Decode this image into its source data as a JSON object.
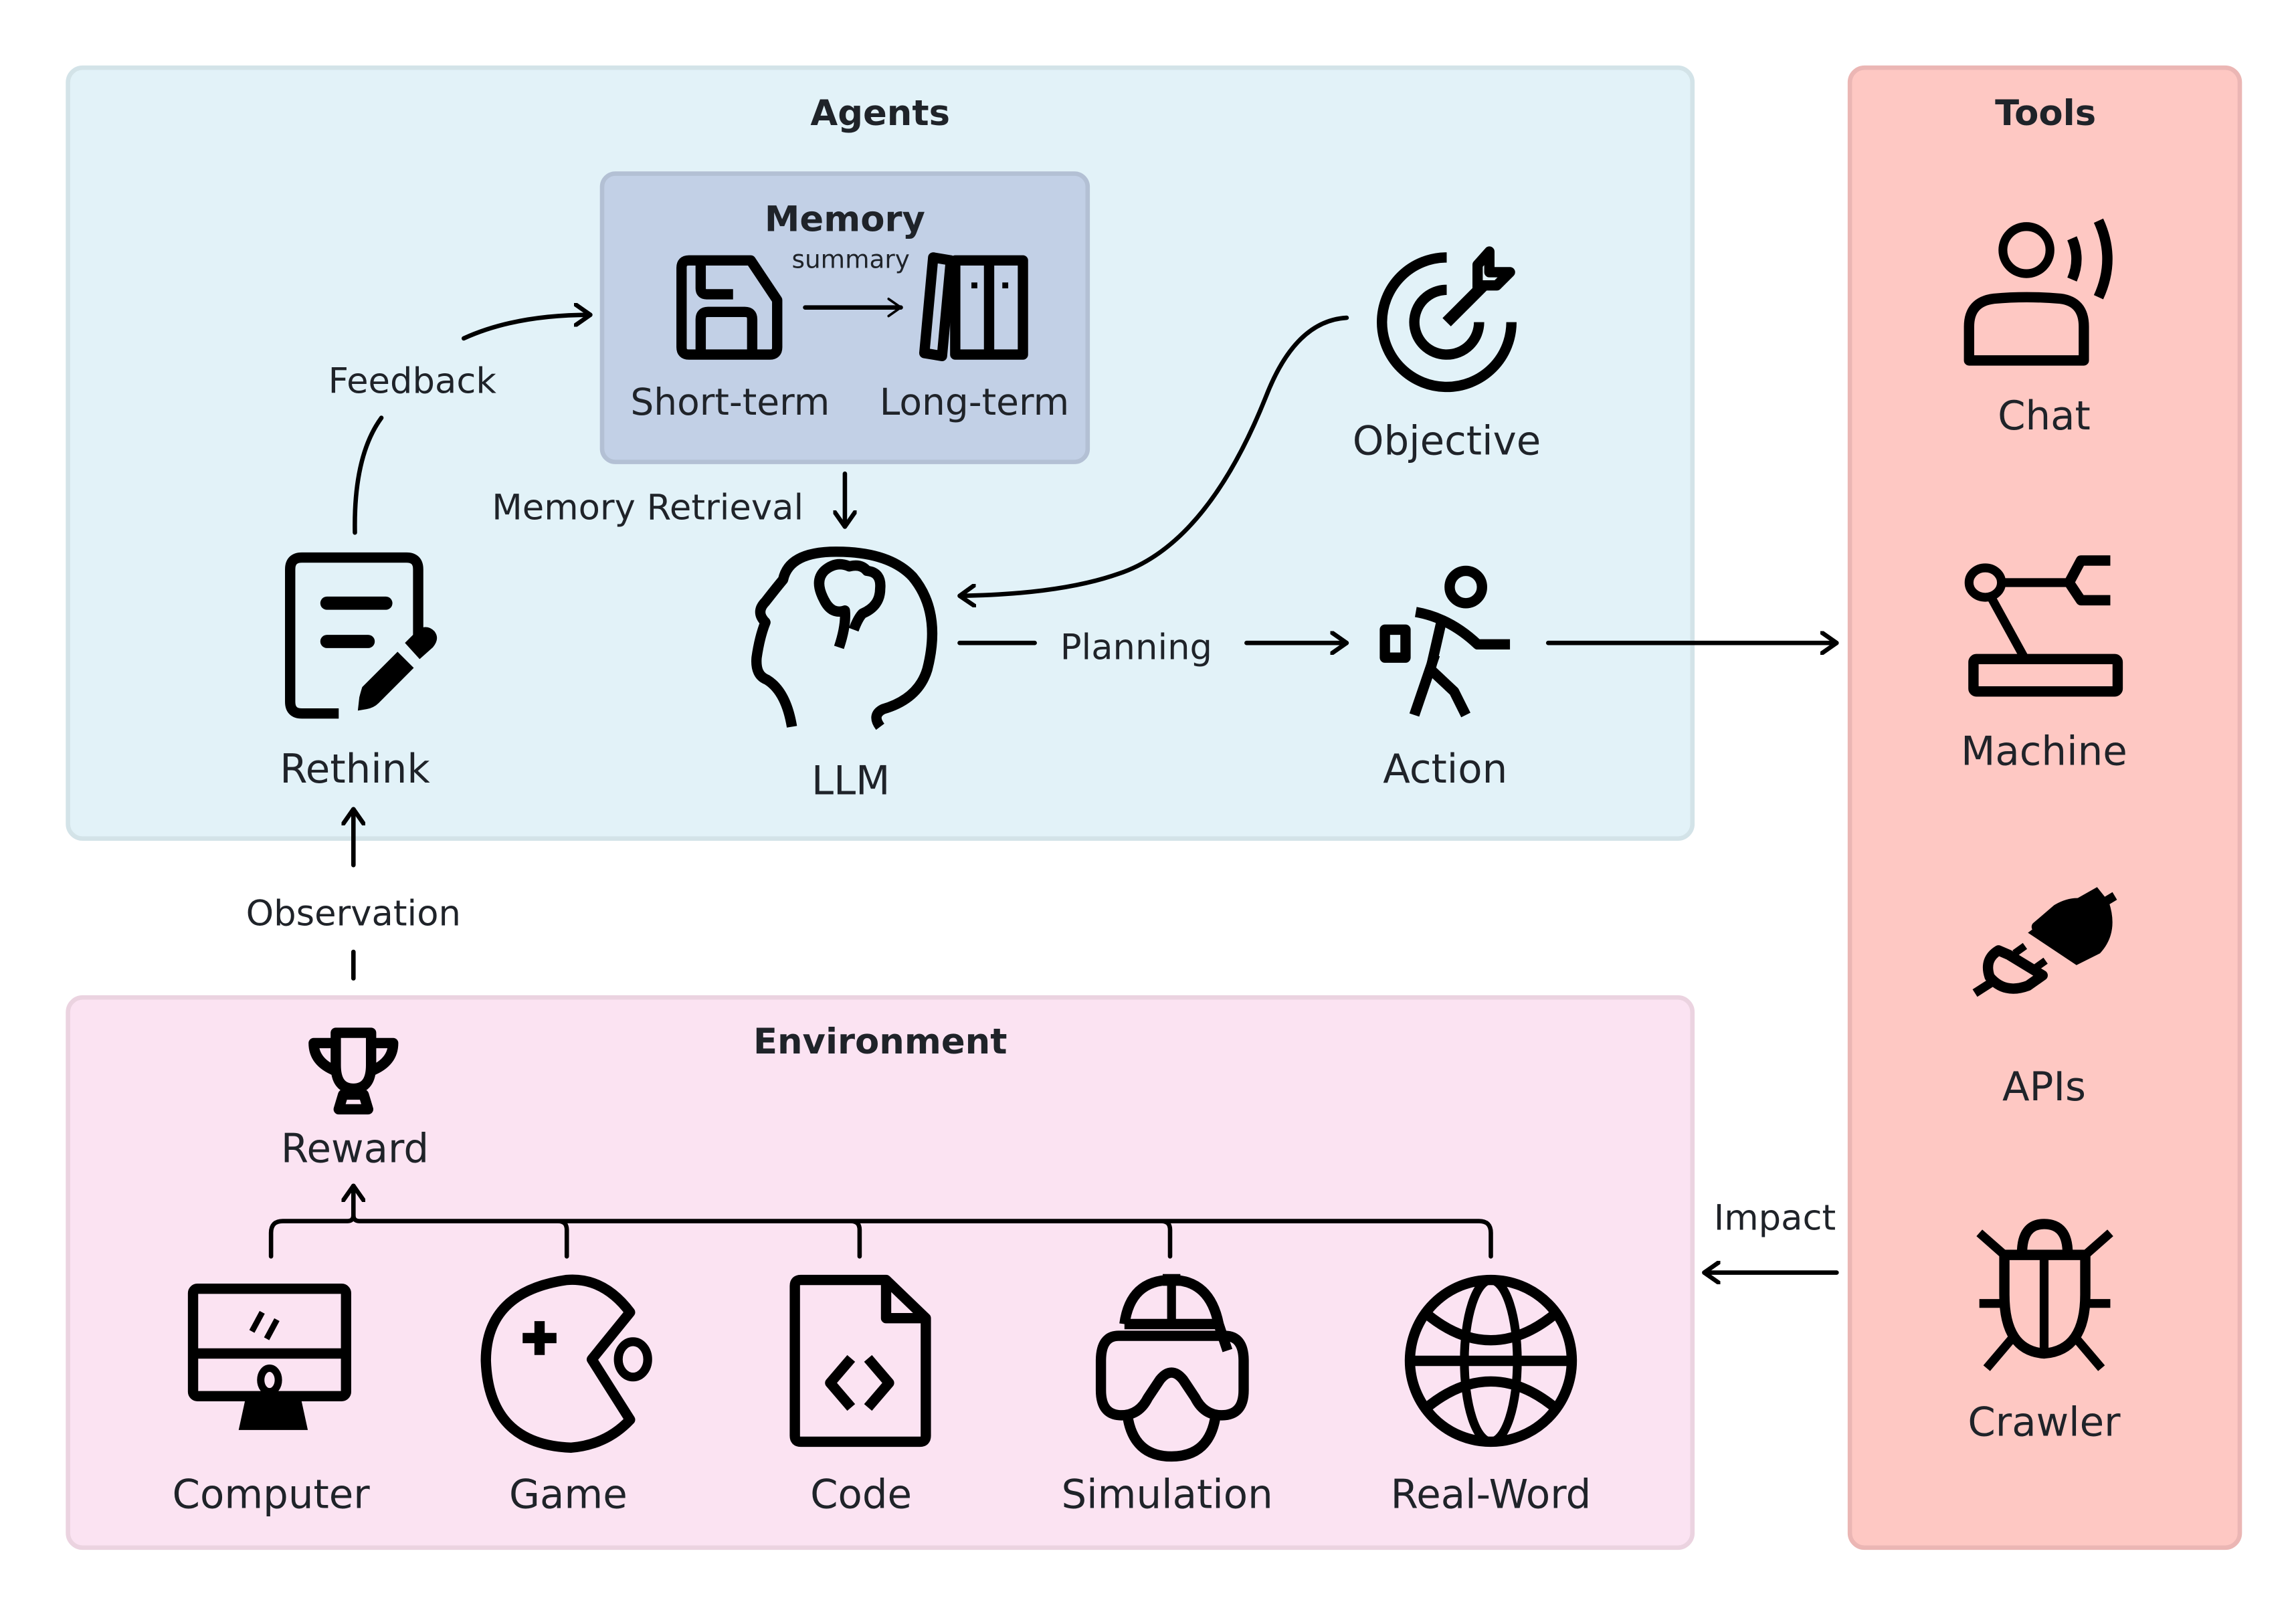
{
  "panels": {
    "agents": {
      "title": "Agents",
      "fill": "#e2f2f8",
      "border": "#d3e3e8"
    },
    "memory": {
      "title": "Memory",
      "fill": "#c2d0e6",
      "border": "#b3c0d4"
    },
    "environment": {
      "title": "Environment",
      "fill": "#fbe3f2",
      "border": "#ebd3e0"
    },
    "tools": {
      "title": "Tools",
      "fill": "#fec8c3",
      "border": "#ebb6b4"
    }
  },
  "memory": {
    "short_term": "Short-term",
    "long_term": "Long-term",
    "summary_label": "summary"
  },
  "agents": {
    "rethink": "Rethink",
    "llm": "LLM",
    "objective": "Objective",
    "action": "Action"
  },
  "edges": {
    "feedback": "Feedback",
    "memory_retrieval": "Memory Retrieval",
    "planning": "Planning",
    "observation": "Observation",
    "impact": "Impact"
  },
  "environment": {
    "reward": "Reward",
    "items": [
      {
        "label": "Computer",
        "icon": "computer-icon"
      },
      {
        "label": "Game",
        "icon": "game-icon"
      },
      {
        "label": "Code",
        "icon": "code-file-icon"
      },
      {
        "label": "Simulation",
        "icon": "vr-headset-icon"
      },
      {
        "label": "Real-Word",
        "icon": "globe-icon"
      }
    ]
  },
  "tools": {
    "items": [
      {
        "label": "Chat",
        "icon": "person-speaking-icon"
      },
      {
        "label": "Machine",
        "icon": "robot-arm-icon"
      },
      {
        "label": "APIs",
        "icon": "plug-icon"
      },
      {
        "label": "Crawler",
        "icon": "bug-icon"
      }
    ]
  }
}
